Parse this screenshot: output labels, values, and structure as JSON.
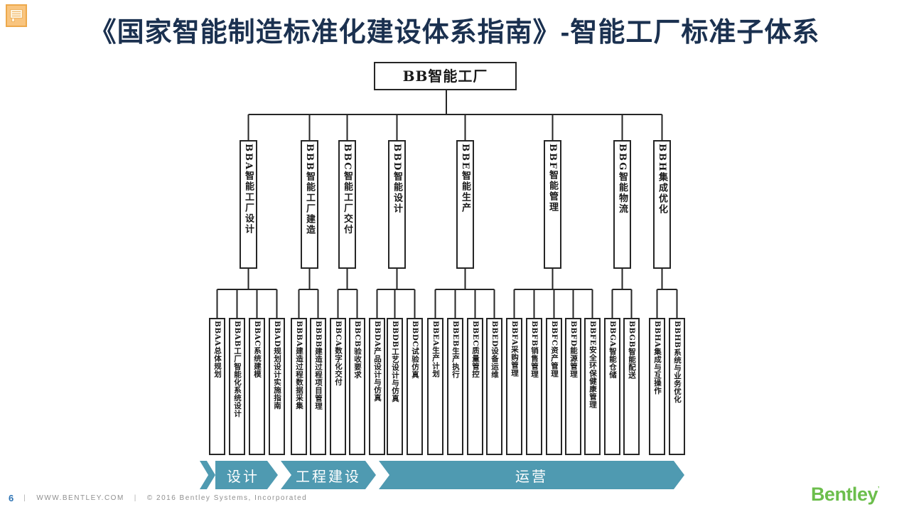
{
  "title": "《国家智能制造标准化建设体系指南》-智能工厂标准子体系",
  "icons": {
    "top_left": "comment-note-icon"
  },
  "root_label": "BB智能工厂",
  "level2": [
    "BBA智能工厂设计",
    "BBB智能工厂建造",
    "BBC智能工厂交付",
    "BBD智能设计",
    "BBE智能生产",
    "BBF智能管理",
    "BBG智能物流",
    "BBH集成优化"
  ],
  "level3": [
    "BBAA总体规划",
    "BBAB工厂智能化系统设计",
    "BBAC系统建模",
    "BBAD规划设计实施指南",
    "BBBA建造过程数据采集",
    "BBBB建造过程项目管理",
    "BBCA数字化交付",
    "BBCB验收要求",
    "BBDA产品设计与仿真",
    "BBDB工艺设计与仿真",
    "BBDC试验仿真",
    "BBEA生产计划",
    "BBEB生产执行",
    "BBEC质量管控",
    "BBED设备运维",
    "BBFA采购管理",
    "BBFB销售管理",
    "BBFC资产管理",
    "BBFD能源管理",
    "BBFE安全环保健康管理",
    "BBGA智能仓储",
    "BBGB智能配送",
    "BBHA集成与互操作",
    "BBHB系统与业务优化"
  ],
  "banner": [
    "设计",
    "工程建设",
    "运营"
  ],
  "footer": {
    "page": "6",
    "separator": "|",
    "website": "WWW.BENTLEY.COM",
    "copyright": "© 2016 Bentley Systems, Incorporated",
    "logo_text": "Bentley"
  },
  "colors": {
    "title_navy": "#1b3150",
    "banner_teal": "#4f9ab1",
    "bentley_green": "#6cbe4c",
    "page_number_blue": "#2e74b5",
    "box_border": "#262626",
    "comment_icon_orange": "#f9c57f"
  }
}
